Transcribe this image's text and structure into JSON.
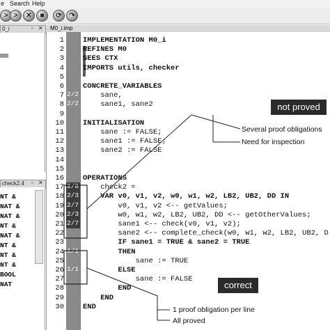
{
  "menu": [
    "Search",
    "Help"
  ],
  "menu_partial": "e",
  "left_top_panel_tab": "0_i",
  "left_bottom_panel_tab": "check2.4",
  "editor_tab": "M0_i.imp",
  "left_code_fragments": [
    "NT &",
    "NAT &",
    "NAT &",
    "NT &",
    "NAT &",
    "NT &",
    "NT &",
    "NT &",
    "BOOL",
    "NAT"
  ],
  "line_numbers": [
    "1",
    "2",
    "3",
    "4",
    "5",
    "6",
    "7",
    "8",
    "9",
    "10",
    "11",
    "12",
    "13",
    "14",
    "15",
    "16",
    "17",
    "18",
    "19",
    "20",
    "21",
    "22",
    "23",
    "24",
    "25",
    "26",
    "27",
    "28",
    "29",
    "30"
  ],
  "code_lines": [
    "IMPLEMENTATION M0_i",
    "REFINES M0",
    "SEES CTX",
    "IMPORTS utils, checker",
    "",
    "CONCRETE_VARIABLES",
    "    sane,",
    "    sane1, sane2",
    "",
    "INITIALISATION",
    "    sane := FALSE;",
    "    sane1 := FALSE;",
    "    sane2 := FALSE",
    "",
    "",
    "OPERATIONS",
    "    check2 =",
    "    VAR v0, v1, v2, w0, w1, w2, LB2, UB2, DD IN",
    "        v0, v1, v2 <-- getValues;",
    "        w0, w1, w2, LB2, UB2, DD <-- getOtherValues;",
    "        sane1 <-- check(v0, v1, v2);",
    "        sane2 <-- complete_check(w0, w1, w2, LB2, UB2, D",
    "        IF sane1 = TRUE & sane2 = TRUE",
    "        THEN",
    "            sane := TRUE",
    "        ELSE",
    "            sane := FALSE",
    "        END",
    "    END",
    "END"
  ],
  "proof_markers": [
    {
      "line": 7,
      "text": "2/2"
    },
    {
      "line": 8,
      "text": "2/2"
    },
    {
      "line": 17,
      "text": "2/8"
    },
    {
      "line": 18,
      "text": "2/3"
    },
    {
      "line": 19,
      "text": "2/7"
    },
    {
      "line": 20,
      "text": "2/3"
    },
    {
      "line": 21,
      "text": "2/7"
    },
    {
      "line": 24,
      "text": "1/1"
    },
    {
      "line": 26,
      "text": "1/1"
    }
  ],
  "callouts": {
    "not_proved": "not proved",
    "correct": "correct",
    "not_proved_note_1": "Several proof obligations",
    "not_proved_note_2": "Need for inspection",
    "correct_note_1": "1 proof obligation per line",
    "correct_note_2": "All proved"
  },
  "colors": {
    "gutter": "#8a8a8a",
    "marker_dark": "#3c3c3c",
    "callout_bg": "#2a2a2a"
  }
}
